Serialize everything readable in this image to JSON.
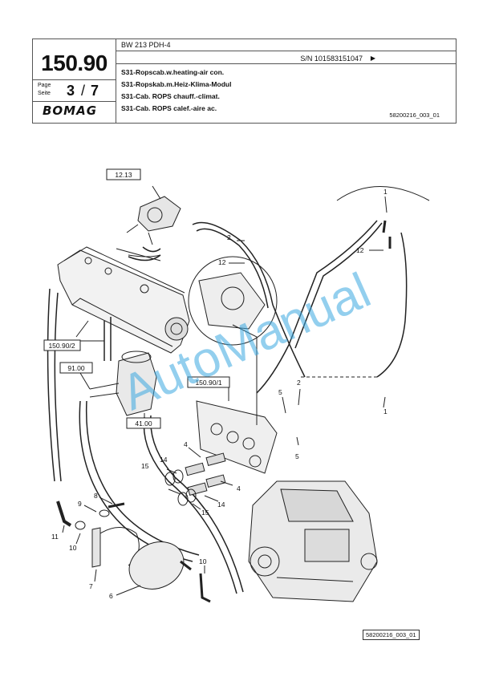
{
  "header": {
    "page_number": "150.90",
    "model": "BW 213 PDH-4",
    "serial": "S/N 101583151047",
    "arrow": "▶",
    "page_label_en": "Page",
    "page_label_de": "Seite",
    "page_current": "3",
    "page_sep": "/",
    "page_total": "7",
    "brand": "BOMAG",
    "titles": [
      "S31-Ropscab.w.heating-air con.",
      "S31-Ropskab.m.Heiz-Klima-Modul",
      "S31-Cab. ROPS chauff.-climat.",
      "S31-Cab. ROPS calef.-aire ac."
    ],
    "image_ref": "58200216_003_01"
  },
  "watermark": "AutoManual",
  "refs": {
    "r1213": "12.13",
    "r15090_2": "150.90/2",
    "r9100": "91.00",
    "r4100": "41.00",
    "r15090_1": "150.90/1"
  },
  "callouts": {
    "c1a": "1",
    "c2a": "2",
    "c12a": "12",
    "c12b": "12",
    "c1b": "1",
    "c5a": "5",
    "c2b": "2",
    "c1c": "1",
    "c5b": "5",
    "c4a": "4",
    "c14a": "14",
    "c15a": "15",
    "c4b": "4",
    "c14b": "14",
    "c15b": "15",
    "c8": "8",
    "c9": "9",
    "c11": "11",
    "c10a": "10",
    "c7": "7",
    "c6": "6",
    "c10b": "10"
  },
  "footer": {
    "image_ref": "58200216_003_01"
  },
  "colors": {
    "watermark": "#3aa8e0",
    "line": "#222222"
  }
}
